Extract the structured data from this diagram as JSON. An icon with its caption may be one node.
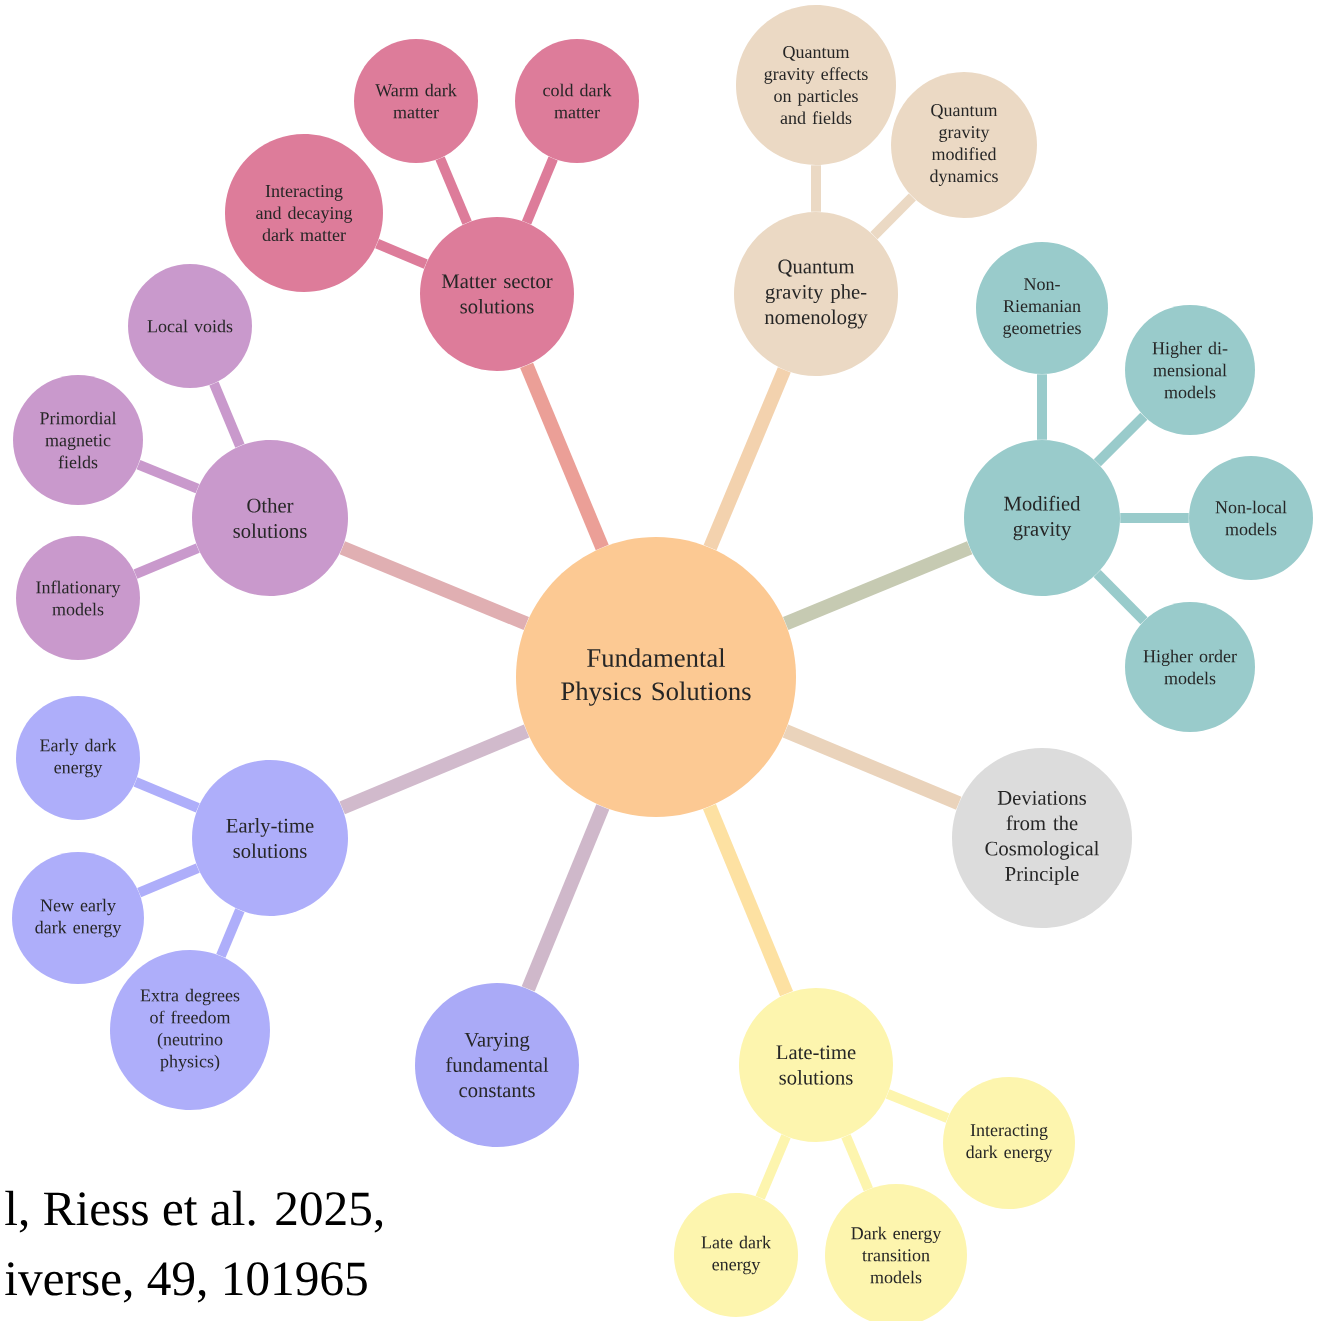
{
  "diagram": {
    "nodes": [
      {
        "text": [
          "Fundamental Physics Solutions"
        ]
      },
      {
        "text": [
          "Matter sector solutions"
        ]
      },
      {
        "text": [
          "Interacting and decaying dark matter"
        ]
      },
      {
        "text": [
          "Warm dark matter"
        ]
      },
      {
        "text": [
          "cold dark matter"
        ]
      },
      {
        "text": [
          "Quantum gravity phe- nomenology"
        ]
      },
      {
        "text": [
          "Quantum gravity effects on particles and fields"
        ]
      },
      {
        "text": [
          "Quantum gravity modified dynamics"
        ]
      },
      {
        "text": [
          "Modified gravity"
        ]
      },
      {
        "text": [
          "Non-Riemanian geometries"
        ]
      },
      {
        "text": [
          "Higher di- mensional models"
        ]
      },
      {
        "text": [
          "Non-local models"
        ]
      },
      {
        "text": [
          "Higher order models"
        ]
      },
      {
        "text": [
          "Deviations from the Cosmological Principle"
        ]
      },
      {
        "text": [
          "Late-time solutions"
        ]
      },
      {
        "text": [
          "Interacting dark energy"
        ]
      },
      {
        "text": [
          "Dark energy transition models"
        ]
      },
      {
        "text": [
          "Late dark energy"
        ]
      },
      {
        "text": [
          "Varying fundamental constants"
        ]
      },
      {
        "text": [
          "Early-time solutions"
        ]
      },
      {
        "text": [
          "Early dark energy"
        ]
      },
      {
        "text": [
          "New early dark energy"
        ]
      },
      {
        "text": [
          "Extra degrees of freedom (neutrino physics)"
        ]
      },
      {
        "text": [
          "Other solutions"
        ]
      },
      {
        "text": [
          "Local voids"
        ]
      },
      {
        "text": [
          "Primordial magnetic fields"
        ]
      },
      {
        "text": [
          "Inflationary models"
        ]
      }
    ],
    "edges": [
      {
        "from": 0,
        "to": 1,
        "arrow": "none",
        "color": "#eb9f97"
      },
      {
        "from": 1,
        "to": 2,
        "arrow": "none",
        "color": "#dd7c9a"
      },
      {
        "from": 1,
        "to": 3,
        "arrow": "none",
        "color": "#dd7c9a"
      },
      {
        "from": 1,
        "to": 4,
        "arrow": "none",
        "color": "#dd7c9a"
      },
      {
        "from": 0,
        "to": 5,
        "arrow": "none",
        "color": "#f3d2ae"
      },
      {
        "from": 5,
        "to": 6,
        "arrow": "none",
        "color": "#ebd9c4"
      },
      {
        "from": 5,
        "to": 7,
        "arrow": "none",
        "color": "#ebd9c4"
      },
      {
        "from": 0,
        "to": 8,
        "arrow": "none",
        "color": "#c6cab2"
      },
      {
        "from": 8,
        "to": 9,
        "arrow": "none",
        "color": "#99cbcb"
      },
      {
        "from": 8,
        "to": 10,
        "arrow": "none",
        "color": "#99cbcb"
      },
      {
        "from": 8,
        "to": 11,
        "arrow": "none",
        "color": "#99cbcb"
      },
      {
        "from": 8,
        "to": 12,
        "arrow": "none",
        "color": "#99cbcb"
      },
      {
        "from": 0,
        "to": 13,
        "arrow": "none",
        "color": "#ead3bb"
      },
      {
        "from": 0,
        "to": 14,
        "arrow": "none",
        "color": "#fde1a2"
      },
      {
        "from": 14,
        "to": 15,
        "arrow": "none",
        "color": "#fdf5ae"
      },
      {
        "from": 14,
        "to": 16,
        "arrow": "none",
        "color": "#fdf5ae"
      },
      {
        "from": 14,
        "to": 17,
        "arrow": "none",
        "color": "#fdf5ae"
      },
      {
        "from": 0,
        "to": 18,
        "arrow": "none",
        "color": "#cfb8ca"
      },
      {
        "from": 0,
        "to": 19,
        "arrow": "none",
        "color": "#d1bacc"
      },
      {
        "from": 19,
        "to": 20,
        "arrow": "none",
        "color": "#aeaefa"
      },
      {
        "from": 19,
        "to": 21,
        "arrow": "none",
        "color": "#aeaefa"
      },
      {
        "from": 19,
        "to": 22,
        "arrow": "none",
        "color": "#aeaefa"
      },
      {
        "from": 0,
        "to": 23,
        "arrow": "none",
        "color": "#e0afb2"
      },
      {
        "from": 23,
        "to": 24,
        "arrow": "none",
        "color": "#c999cc"
      },
      {
        "from": 23,
        "to": 25,
        "arrow": "none",
        "color": "#c999cc"
      },
      {
        "from": 23,
        "to": 26,
        "arrow": "none",
        "color": "#c999cc"
      }
    ],
    "labels": [
      "l, Riess et al. 2025,",
      "iverse, 49, 101965"
    ]
  }
}
